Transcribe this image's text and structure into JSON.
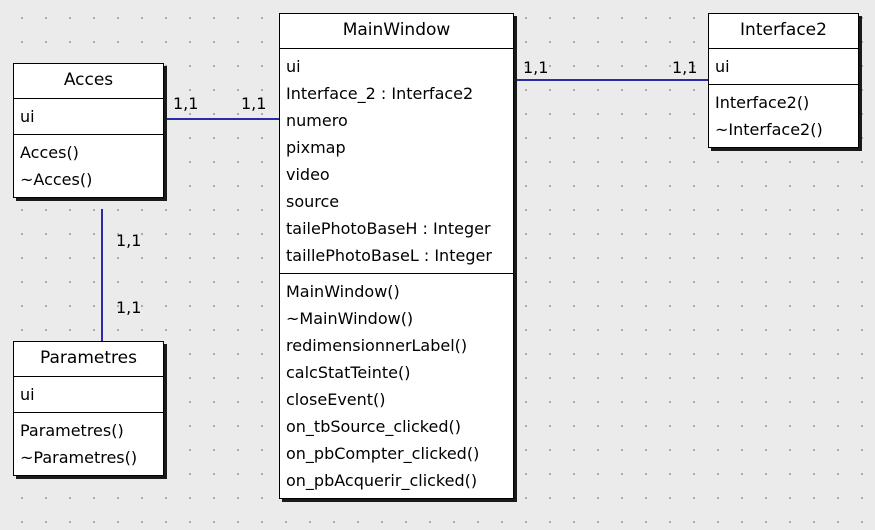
{
  "diagram": {
    "classes": {
      "mainwindow": {
        "name": "MainWindow",
        "attributes": [
          "ui",
          "Interface_2 : Interface2",
          "numero",
          "pixmap",
          "video",
          "source",
          "tailePhotoBaseH : Integer",
          "taillePhotoBaseL : Integer"
        ],
        "methods": [
          "MainWindow()",
          "~MainWindow()",
          "redimensionnerLabel()",
          "calcStatTeinte()",
          "closeEvent()",
          "on_tbSource_clicked()",
          "on_pbCompter_clicked()",
          "on_pbAcquerir_clicked()"
        ]
      },
      "acces": {
        "name": "Acces",
        "attributes": [
          "ui"
        ],
        "methods": [
          "Acces()",
          "~Acces()"
        ]
      },
      "interface2": {
        "name": "Interface2",
        "attributes": [
          "ui"
        ],
        "methods": [
          "Interface2()",
          "~Interface2()"
        ]
      },
      "parametres": {
        "name": "Parametres",
        "attributes": [
          "ui"
        ],
        "methods": [
          "Parametres()",
          "~Parametres()"
        ]
      }
    },
    "associations": [
      {
        "from": "Acces",
        "to": "MainWindow",
        "from_multiplicity": "1,1",
        "to_multiplicity": "1,1"
      },
      {
        "from": "MainWindow",
        "to": "Interface2",
        "from_multiplicity": "1,1",
        "to_multiplicity": "1,1"
      },
      {
        "from": "Acces",
        "to": "Parametres",
        "from_multiplicity": "1,1",
        "to_multiplicity": "1,1"
      }
    ],
    "colors": {
      "association_line": "#2b2ba6",
      "background": "#ebebeb",
      "box": "#ffffff"
    }
  }
}
